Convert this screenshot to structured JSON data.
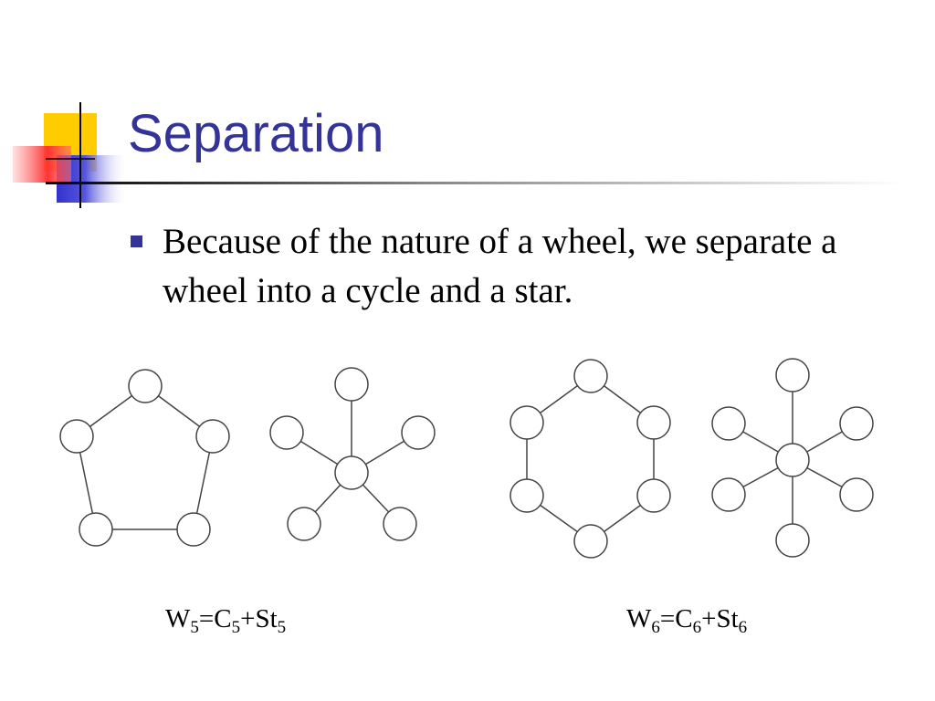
{
  "slide": {
    "title": "Separation",
    "bullet": "Because of the nature of a wheel, we separate a wheel into a cycle and a star."
  },
  "formulas": [
    {
      "lhs": "W",
      "lhs_sub": "5",
      "eq": "=",
      "c": "C",
      "c_sub": "5",
      "plus": "+",
      "st": "St",
      "st_sub": "5"
    },
    {
      "lhs": "W",
      "lhs_sub": "6",
      "eq": "=",
      "c": "C",
      "c_sub": "6",
      "plus": "+",
      "st": "St",
      "st_sub": "6"
    }
  ],
  "colors": {
    "title": "#333399",
    "bullet": "#333399",
    "decor_yellow": "#ffcc00",
    "decor_blue": "#3333cc",
    "decor_red": "#ff5555"
  }
}
